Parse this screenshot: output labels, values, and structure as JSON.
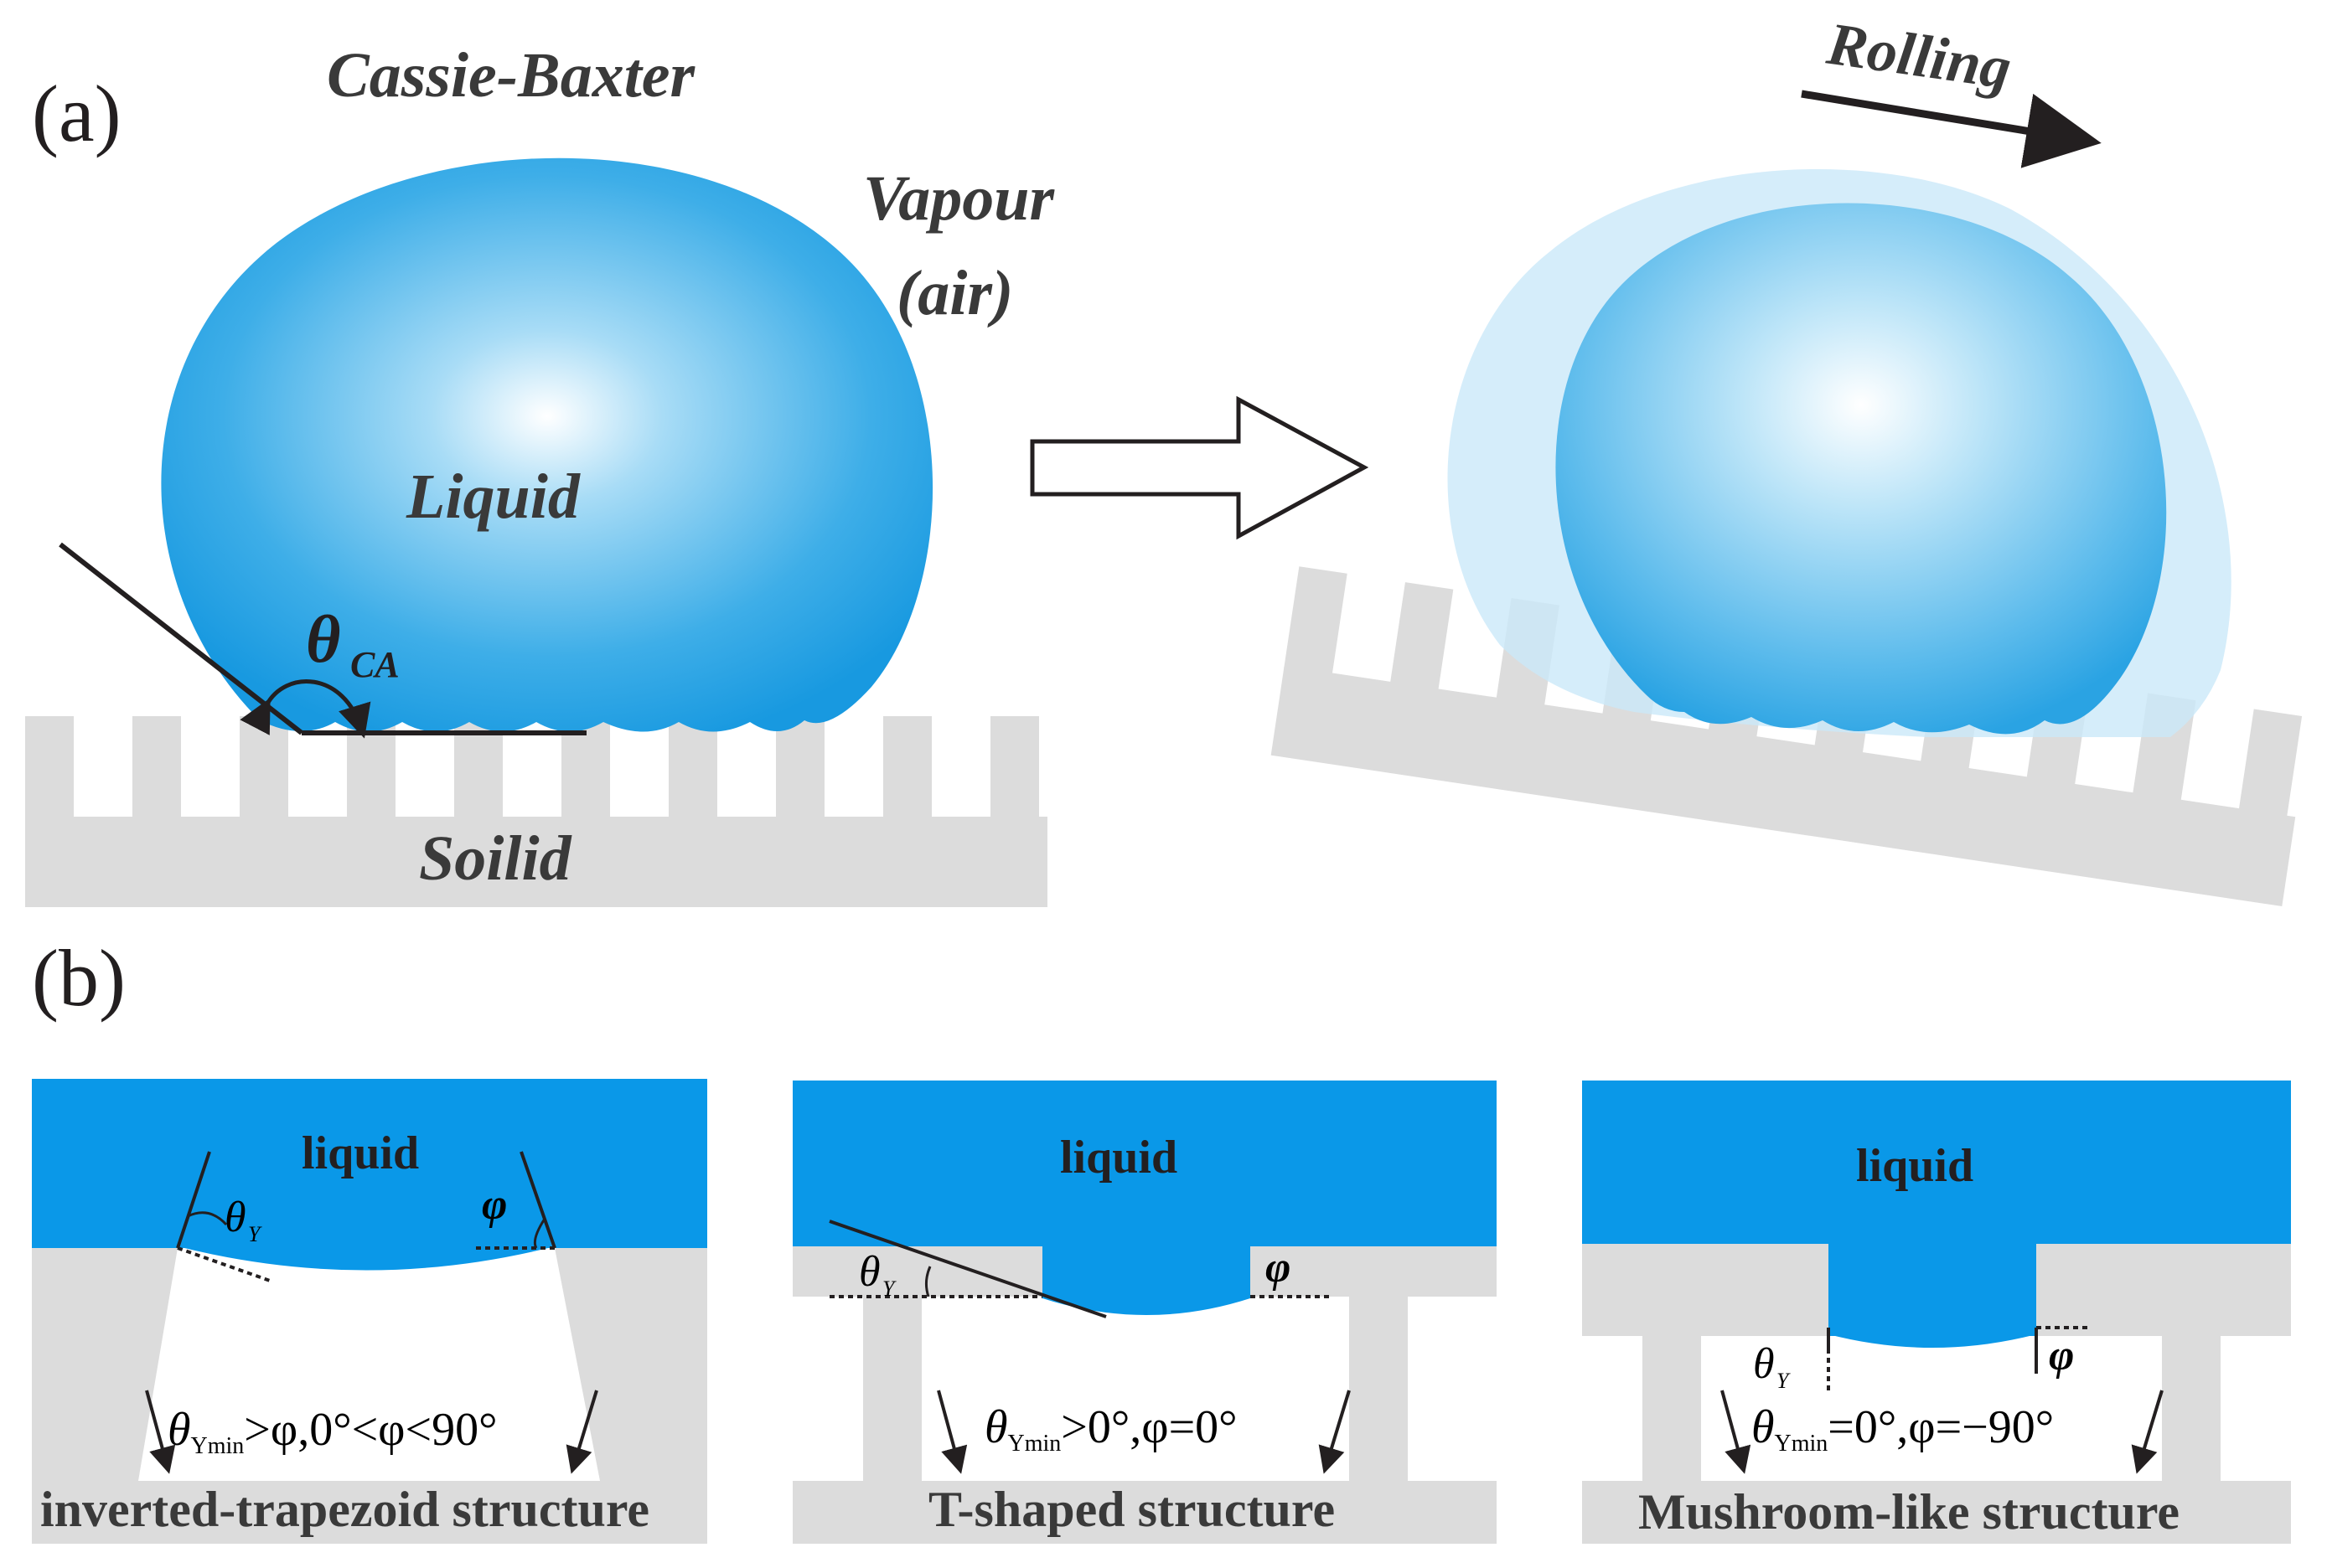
{
  "panel_a": {
    "label": "(a)",
    "title_state": "Cassie-Baxter",
    "vapour_line1": "Vapour",
    "vapour_line2": "(air)",
    "liquid": "Liquid",
    "solid": "Soilid",
    "angle_symbol": "θ",
    "angle_subscript": "CA",
    "rolling": "Rolling"
  },
  "panel_b": {
    "label": "(b)",
    "structures": [
      {
        "liquid": "liquid",
        "theta": "θ",
        "theta_sub": "Y",
        "phi": "φ",
        "cond_theta": "θ",
        "cond_sub": "Ymin",
        "cond_rest": ">φ,0°<φ<90°",
        "name": "inverted-trapezoid structure"
      },
      {
        "liquid": "liquid",
        "theta": "θ",
        "theta_sub": "Y",
        "phi": "φ",
        "cond_theta": "θ",
        "cond_sub": "Ymin",
        "cond_rest": ">0°,φ=0°",
        "name": "T-shaped structure"
      },
      {
        "liquid": "liquid",
        "theta": "θ",
        "theta_sub": "Y",
        "phi": "φ",
        "cond_theta": "θ",
        "cond_sub": "Ymin",
        "cond_rest": "=0°,φ=−90°",
        "name": "Mushroom-like structure"
      }
    ]
  },
  "colors": {
    "liquid_blue": "#0a98e8",
    "solid_gray": "#dcdcdc",
    "ink": "#231f20"
  }
}
